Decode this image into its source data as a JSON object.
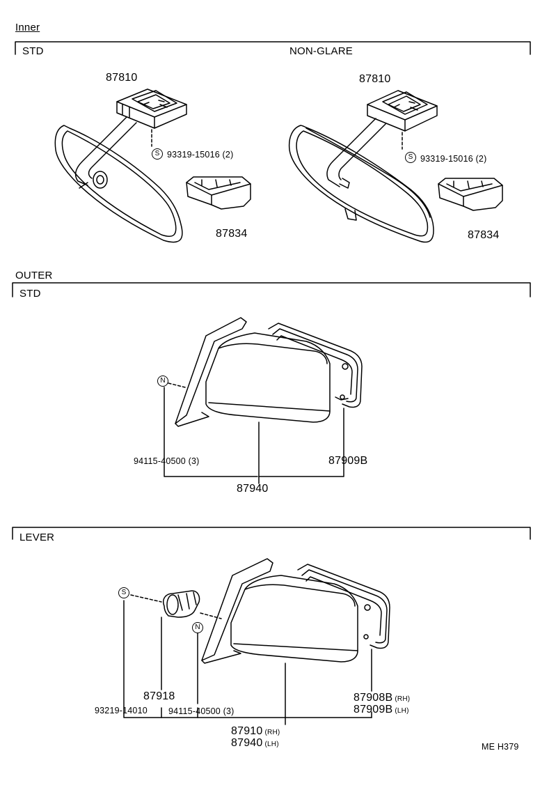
{
  "headings": {
    "inner": "Inner",
    "outer": "OUTER",
    "std_inner": "STD",
    "non_glare": "NON-GLARE",
    "std_outer": "STD",
    "lever": "LEVER"
  },
  "inner_std": {
    "bracket": "87810",
    "screw": "93319-15016 (2)",
    "cover": "87834",
    "screw_symbol": "S"
  },
  "inner_non_glare": {
    "bracket": "87810",
    "screw": "93319-15016 (2)",
    "cover": "87834",
    "screw_symbol": "S"
  },
  "outer_std": {
    "nut": "94115-40500 (3)",
    "gasket": "87909B",
    "mirror": "87940",
    "nut_symbol": "N"
  },
  "lever": {
    "screw_symbol": "S",
    "nut_symbol": "N",
    "knob": "87918",
    "screw": "93219-14010",
    "nut": "94115-40500 (3)",
    "gasket_rh": "87908B",
    "gasket_rh_side": "(RH)",
    "gasket_lh": "87909B",
    "gasket_lh_side": "(LH)",
    "mirror_rh": "87910",
    "mirror_rh_side": "(RH)",
    "mirror_lh": "87940",
    "mirror_lh_side": "(LH)"
  },
  "footer": {
    "code": "ME  H379"
  }
}
